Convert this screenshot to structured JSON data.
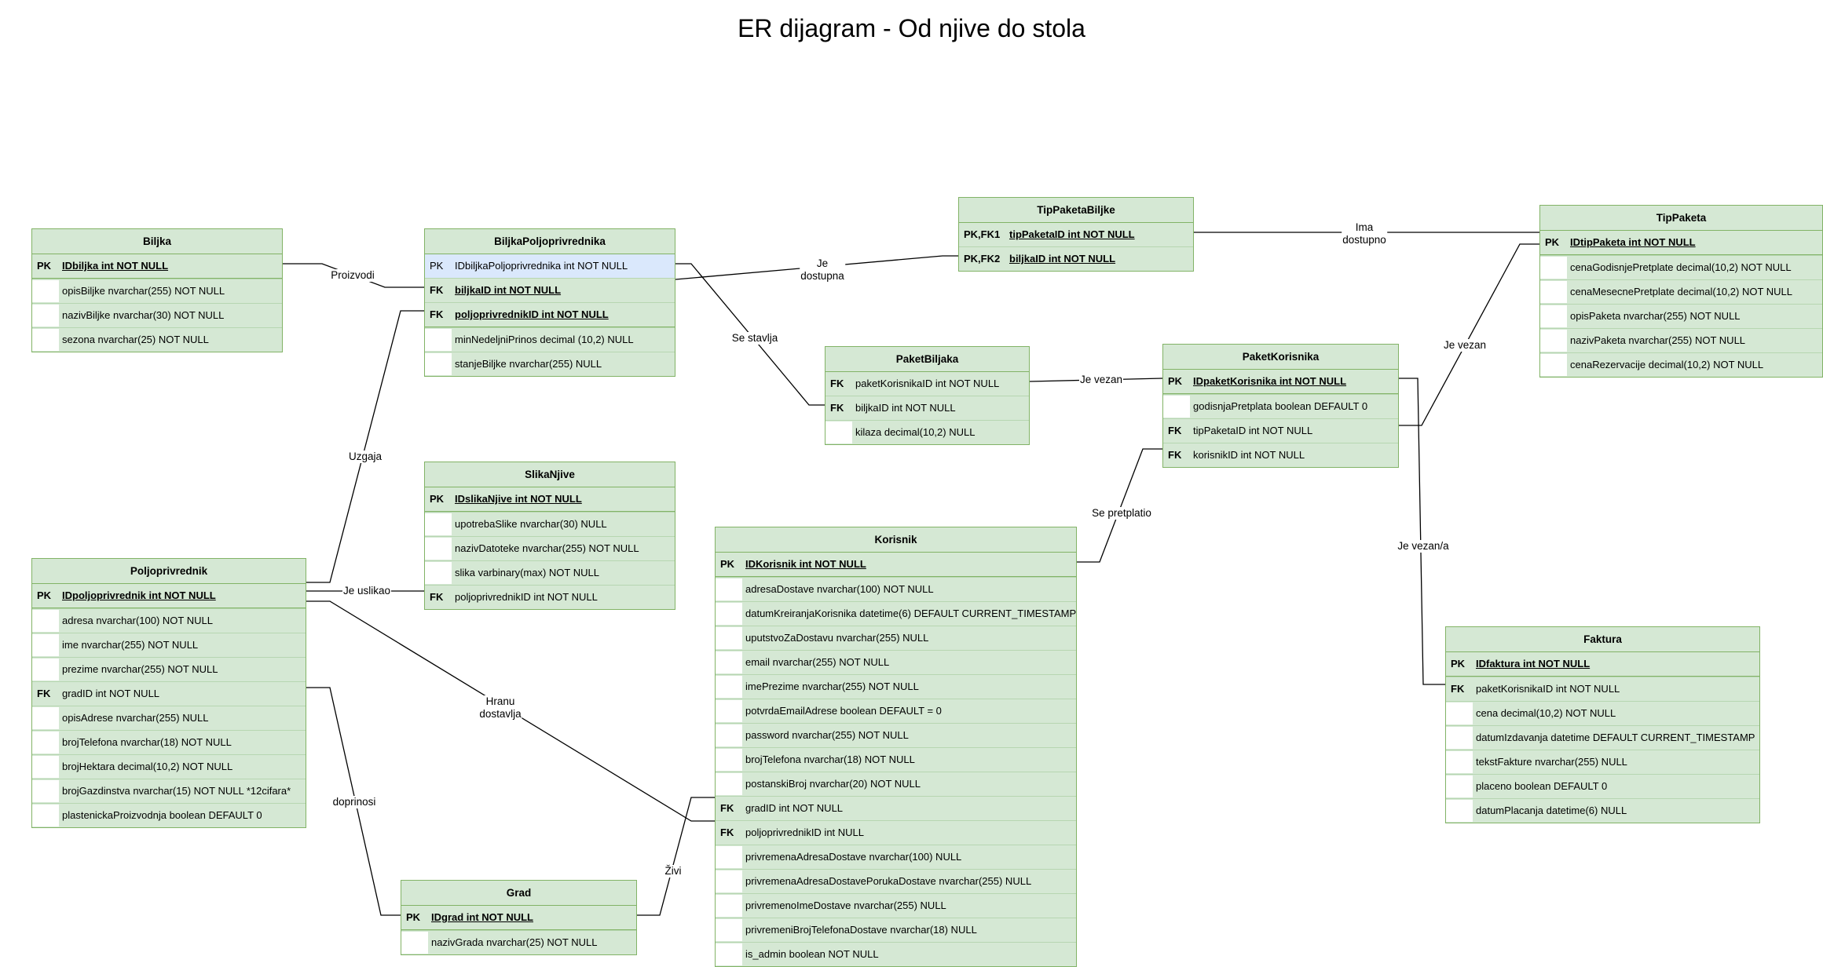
{
  "title": "ER dijagram - Od njive do stola",
  "entities": {
    "biljka": {
      "name": "Biljka",
      "rows": [
        {
          "key": "PK",
          "text": "IDbiljka int NOT NULL"
        },
        {
          "key": "",
          "text": "opisBiljke nvarchar(255) NOT NULL"
        },
        {
          "key": "",
          "text": "nazivBiljke nvarchar(30) NOT NULL"
        },
        {
          "key": "",
          "text": "sezona nvarchar(25) NOT NULL"
        }
      ]
    },
    "biljkaPoljoprivrednika": {
      "name": "BiljkaPoljoprivrednika",
      "rows": [
        {
          "key": "PK",
          "text": "IDbiljkaPoljoprivrednika int NOT NULL"
        },
        {
          "key": "FK",
          "text": "biljkaID int NOT NULL"
        },
        {
          "key": "FK",
          "text": "poljoprivrednikID int NOT NULL"
        },
        {
          "key": "",
          "text": "minNedeljniPrinos decimal (10,2) NULL"
        },
        {
          "key": "",
          "text": "stanjeBiljke nvarchar(255) NULL"
        }
      ]
    },
    "tipPaketaBiljke": {
      "name": "TipPaketaBiljke",
      "rows": [
        {
          "key": "PK,FK1",
          "text": "tipPaketaID int NOT NULL"
        },
        {
          "key": "PK,FK2",
          "text": "biljkaID int NOT NULL"
        }
      ]
    },
    "tipPaketa": {
      "name": "TipPaketa",
      "rows": [
        {
          "key": "PK",
          "text": "IDtipPaketa int NOT NULL"
        },
        {
          "key": "",
          "text": "cenaGodisnjePretplate decimal(10,2) NOT NULL"
        },
        {
          "key": "",
          "text": "cenaMesecnePretplate decimal(10,2) NOT NULL"
        },
        {
          "key": "",
          "text": "opisPaketa nvarchar(255) NOT NULL"
        },
        {
          "key": "",
          "text": "nazivPaketa nvarchar(255) NOT NULL"
        },
        {
          "key": "",
          "text": "cenaRezervacije decimal(10,2)  NOT NULL"
        }
      ]
    },
    "paketBiljaka": {
      "name": "PaketBiljaka",
      "rows": [
        {
          "key": "FK",
          "text": "paketKorisnikaID int NOT NULL"
        },
        {
          "key": "FK",
          "text": "biljkaID int NOT NULL"
        },
        {
          "key": "",
          "text": "kilaza decimal(10,2) NULL"
        }
      ]
    },
    "paketKorisnika": {
      "name": "PaketKorisnika",
      "rows": [
        {
          "key": "PK",
          "text": "IDpaketKorisnika int NOT NULL"
        },
        {
          "key": "",
          "text": "godisnjaPretplata boolean DEFAULT 0"
        },
        {
          "key": "FK",
          "text": "tipPaketaID int NOT NULL"
        },
        {
          "key": "FK",
          "text": "korisnikID int NOT NULL"
        }
      ]
    },
    "slikaNjive": {
      "name": "SlikaNjive",
      "rows": [
        {
          "key": "PK",
          "text": "IDslikaNjive int NOT NULL"
        },
        {
          "key": "",
          "text": "upotrebaSlike nvarchar(30) NULL"
        },
        {
          "key": "",
          "text": "nazivDatoteke nvarchar(255) NOT NULL"
        },
        {
          "key": "",
          "text": "slika varbinary(max) NOT NULL"
        },
        {
          "key": "FK",
          "text": "poljoprivrednikID int NOT NULL"
        }
      ]
    },
    "korisnik": {
      "name": "Korisnik",
      "rows": [
        {
          "key": "PK",
          "text": "IDKorisnik int NOT NULL"
        },
        {
          "key": "",
          "text": "adresaDostave nvarchar(100) NOT NULL"
        },
        {
          "key": "",
          "text": "datumKreiranjaKorisnika datetime(6)  DEFAULT CURRENT_TIMESTAMP"
        },
        {
          "key": "",
          "text": "uputstvoZaDostavu nvarchar(255) NULL"
        },
        {
          "key": "",
          "text": "email nvarchar(255) NOT NULL"
        },
        {
          "key": "",
          "text": "imePrezime nvarchar(255) NOT NULL"
        },
        {
          "key": "",
          "text": "potvrdaEmailAdrese boolean DEFAULT = 0"
        },
        {
          "key": "",
          "text": "password nvarchar(255) NOT NULL"
        },
        {
          "key": "",
          "text": "brojTelefona nvarchar(18) NOT NULL"
        },
        {
          "key": "",
          "text": "postanskiBroj nvarchar(20) NOT NULL"
        },
        {
          "key": "FK",
          "text": "gradID int NOT NULL"
        },
        {
          "key": "FK",
          "text": "poljoprivrednikID int NULL"
        },
        {
          "key": "",
          "text": "privremenaAdresaDostave nvarchar(100) NULL"
        },
        {
          "key": "",
          "text": "privremenaAdresaDostavePorukaDostave nvarchar(255) NULL"
        },
        {
          "key": "",
          "text": "privremenoImeDostave nvarchar(255) NULL"
        },
        {
          "key": "",
          "text": "privremeniBrojTelefonaDostave nvarchar(18) NULL"
        },
        {
          "key": "",
          "text": "is_admin boolean NOT NULL"
        }
      ]
    },
    "poljoprivrednik": {
      "name": "Poljoprivrednik",
      "rows": [
        {
          "key": "PK",
          "text": "IDpoljoprivrednik    int NOT NULL"
        },
        {
          "key": "",
          "text": "adresa nvarchar(100) NOT NULL"
        },
        {
          "key": "",
          "text": "ime nvarchar(255) NOT NULL"
        },
        {
          "key": "",
          "text": "prezime nvarchar(255) NOT NULL"
        },
        {
          "key": "FK",
          "text": "gradID int NOT NULL"
        },
        {
          "key": "",
          "text": "opisAdrese nvarchar(255) NULL"
        },
        {
          "key": "",
          "text": "brojTelefona nvarchar(18) NOT NULL"
        },
        {
          "key": "",
          "text": "brojHektara decimal(10,2) NOT NULL"
        },
        {
          "key": "",
          "text": "brojGazdinstva nvarchar(15) NOT NULL *12cifara*"
        },
        {
          "key": "",
          "text": "plastenickaProizvodnja boolean DEFAULT 0"
        }
      ]
    },
    "grad": {
      "name": "Grad",
      "rows": [
        {
          "key": "PK",
          "text": "IDgrad    int NOT NULL"
        },
        {
          "key": "",
          "text": "nazivGrada nvarchar(25) NOT NULL"
        }
      ]
    },
    "faktura": {
      "name": "Faktura",
      "rows": [
        {
          "key": "PK",
          "text": "IDfaktura int NOT NULL"
        },
        {
          "key": "FK",
          "text": "paketKorisnikaID int NOT NULL"
        },
        {
          "key": "",
          "text": "cena decimal(10,2) NOT NULL"
        },
        {
          "key": "",
          "text": "datumIzdavanja datetime DEFAULT CURRENT_TIMESTAMP"
        },
        {
          "key": "",
          "text": "tekstFakture nvarchar(255) NULL"
        },
        {
          "key": "",
          "text": "placeno boolean DEFAULT 0"
        },
        {
          "key": "",
          "text": "datumPlacanja datetime(6) NULL"
        }
      ]
    }
  },
  "relationships": {
    "proizvodi": "Proizvodi",
    "jeDostupna": "Je\ndostupna",
    "imaDostupno": "Ima\ndostupno",
    "seStavlja": "Se stavlja",
    "jeVezanPB": "Je vezan",
    "jeVezanTP": "Je vezan",
    "jeVezana": "Je vezan/a",
    "sePretplatio": "Se pretplatio",
    "uzgaja": "Uzgaja",
    "jeUslikao": "Je uslikao",
    "hranuDostavlja": "Hranu\ndostavlja",
    "doprinosi": "doprinosi",
    "zivi": "Živi"
  }
}
